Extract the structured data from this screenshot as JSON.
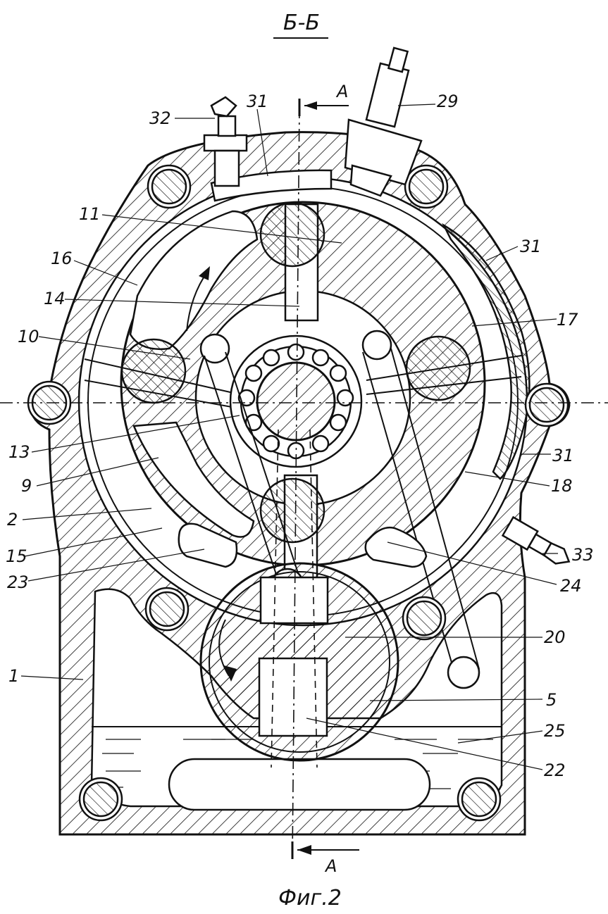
{
  "section_title": "Б-Б",
  "figure_caption": "Фиг.2",
  "section_marker_top": "А",
  "section_marker_bottom": "А",
  "labels": {
    "l32": "32",
    "l31a": "31",
    "l29": "29",
    "l11": "11",
    "l16": "16",
    "l31b": "31",
    "l14": "14",
    "l17": "17",
    "l10": "10",
    "l13": "13",
    "l31c": "31",
    "l9": "9",
    "l18": "18",
    "l2": "2",
    "l33": "33",
    "l15": "15",
    "l23": "23",
    "l24": "24",
    "l20": "20",
    "l1": "1",
    "l5": "5",
    "l25": "25",
    "l22": "22"
  }
}
